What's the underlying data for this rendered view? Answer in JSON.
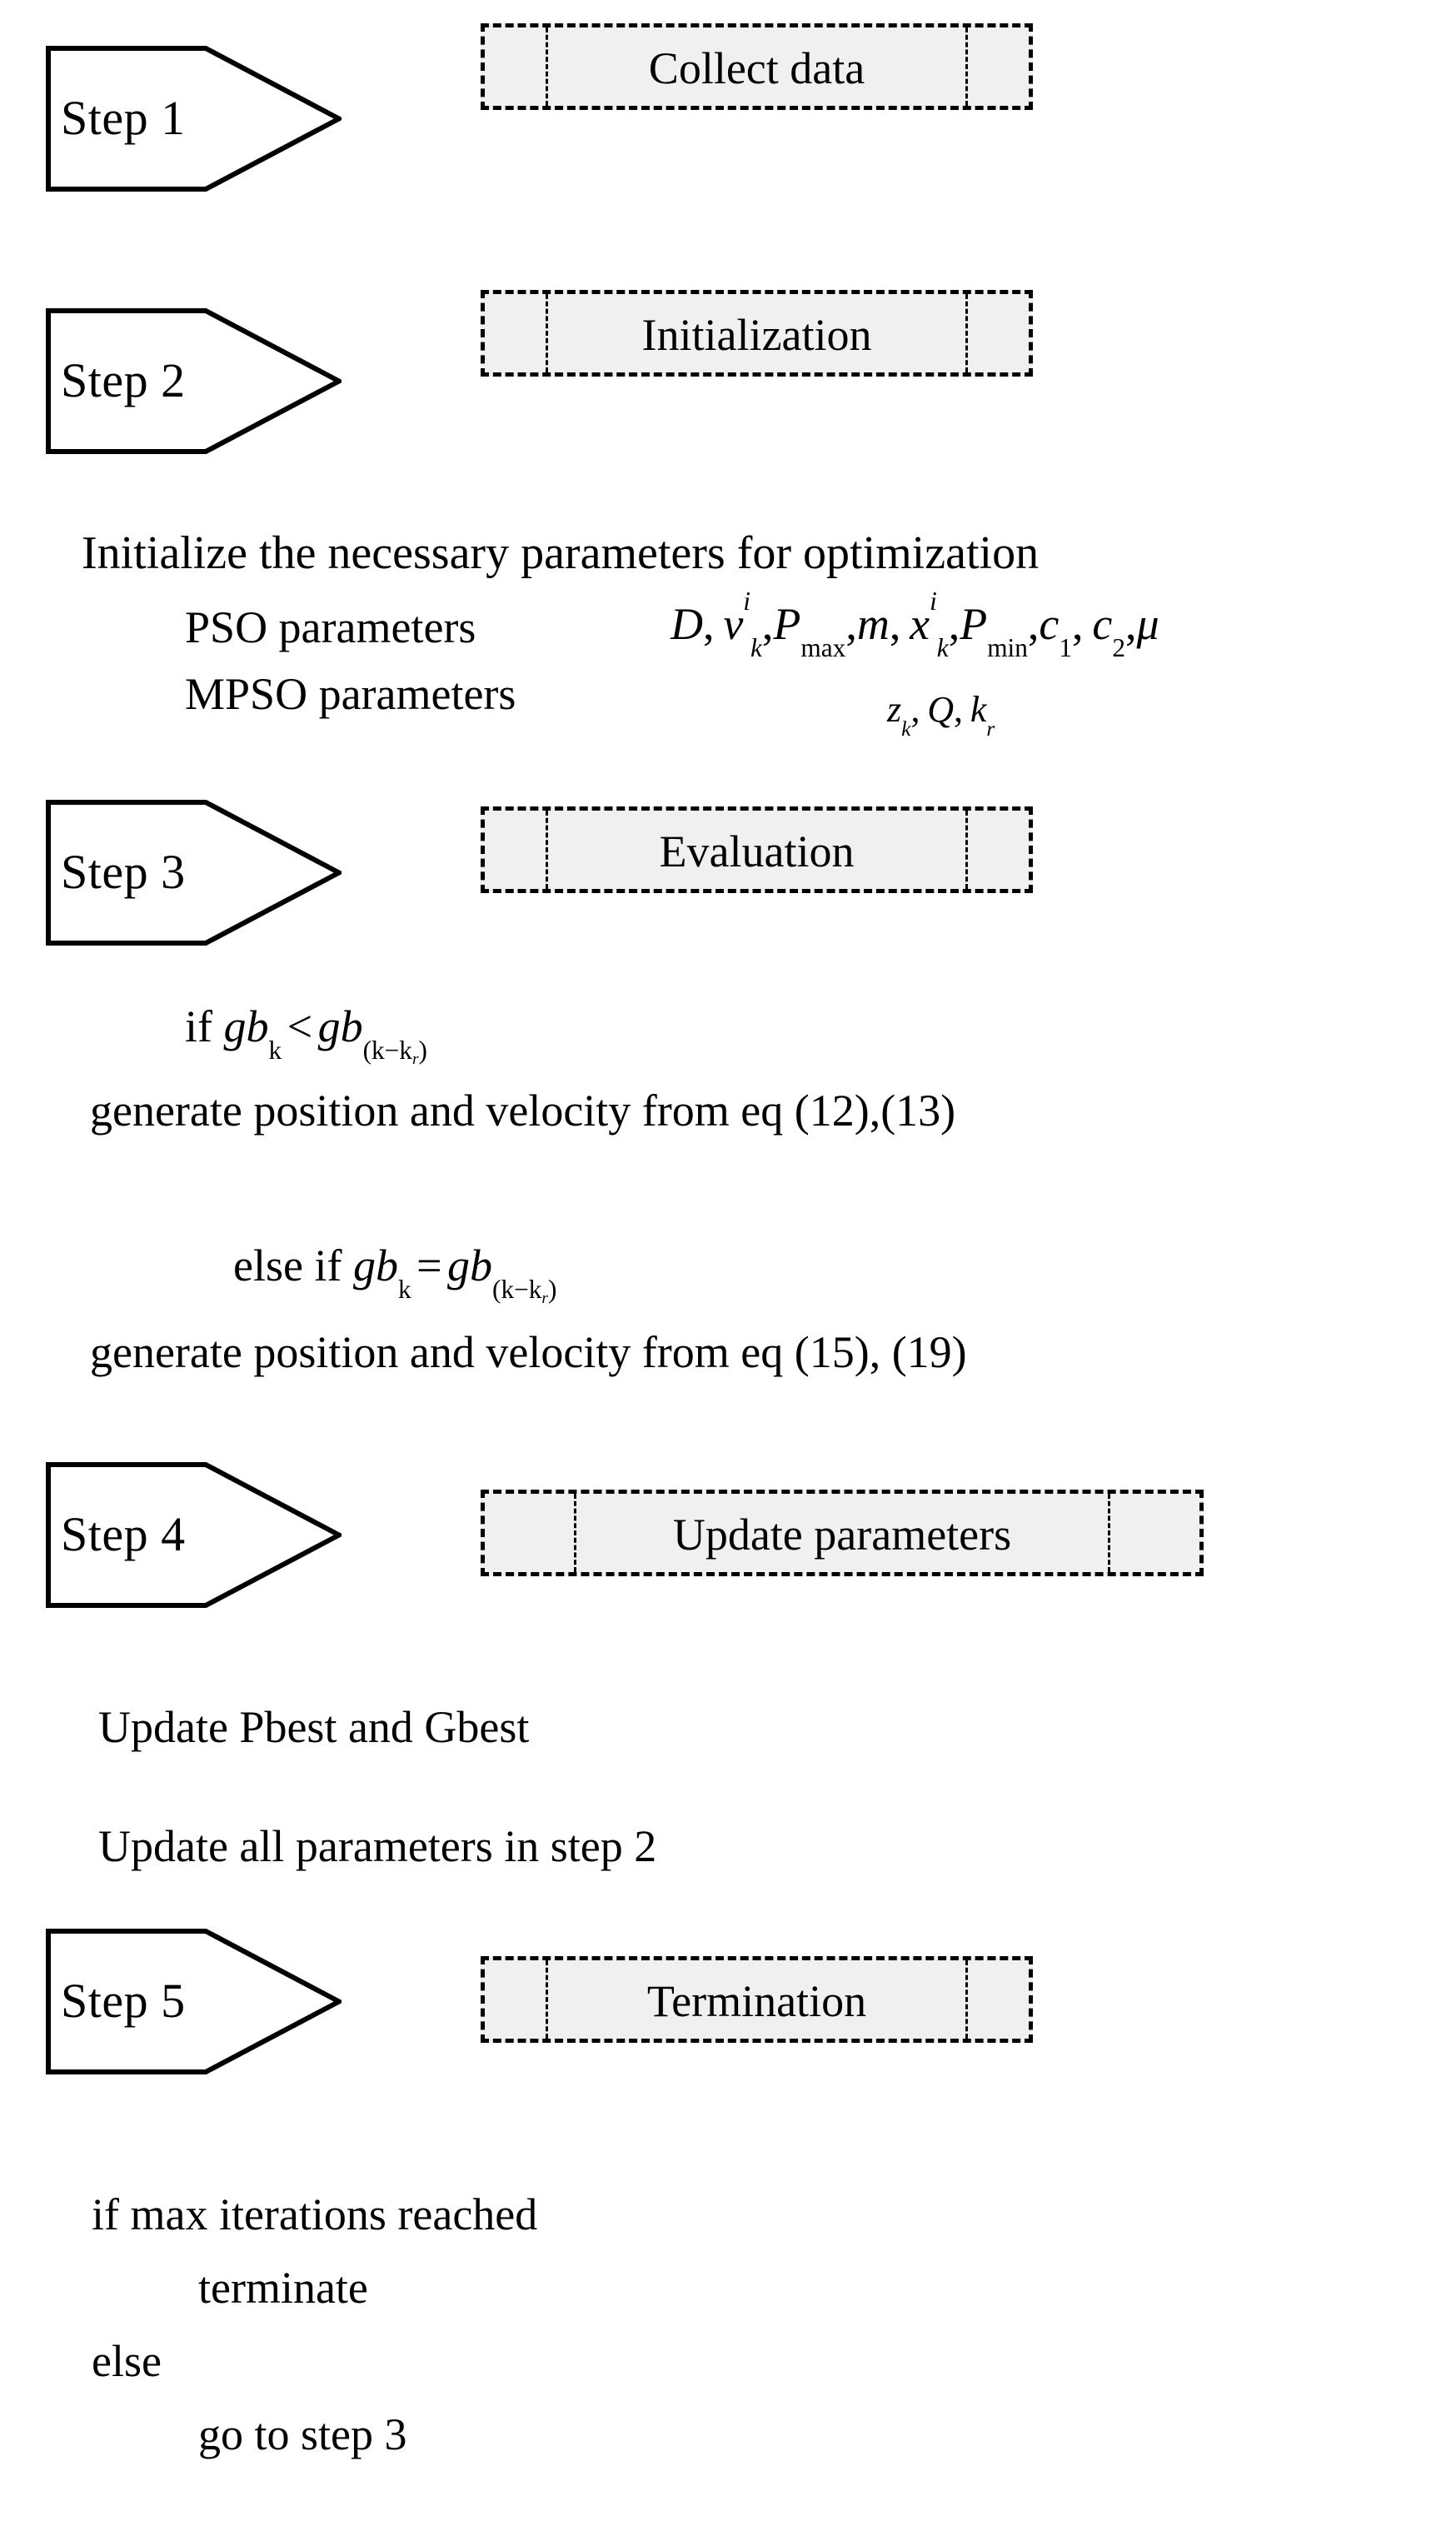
{
  "diagram": {
    "title": "MPSO algorithm step flow",
    "background_color": "#ffffff",
    "box_fill_color": "#f0f0f0",
    "stroke_color": "#000000"
  },
  "steps": [
    {
      "id": "step1",
      "arrow_label": "Step 1",
      "box_label": "Collect data"
    },
    {
      "id": "step2",
      "arrow_label": "Step 2",
      "box_label": "Initialization"
    },
    {
      "id": "step3",
      "arrow_label": "Step 3",
      "box_label": "Evaluation"
    },
    {
      "id": "step4",
      "arrow_label": "Step 4",
      "box_label": "Update parameters"
    },
    {
      "id": "step5",
      "arrow_label": "Step 5",
      "box_label": "Termination"
    }
  ],
  "step2_body": {
    "line1": "Initialize the necessary parameters for optimization",
    "pso_label": "PSO parameters",
    "mpso_label": "MPSO parameters",
    "pso_params": {
      "plain": "D, v_k^i, P_max, m, x_k^i, P_min, c_1, c_2, mu",
      "tokens": [
        "D",
        "v",
        "i",
        "k",
        "P",
        "max",
        "m",
        "x",
        "i",
        "k",
        "P",
        "min",
        "c",
        "1",
        "c",
        "2",
        "μ"
      ]
    },
    "mpso_params": {
      "plain": "z_k, Q, k_r",
      "tokens": [
        "z",
        "k",
        "Q",
        "k",
        "r"
      ]
    }
  },
  "step3_body": {
    "cond1_prefix": "if ",
    "cond1_lhs_base": "gb",
    "cond1_lhs_sub": "k",
    "cond1_operator": "<",
    "cond1_rhs_base": "gb",
    "cond1_rhs_sub": "(k−k",
    "cond1_rhs_subsub": "r",
    "cond1_rhs_close": ")",
    "action1": "generate position and velocity from eq (12),(13)",
    "cond2_prefix": "else if ",
    "cond2_lhs_base": "gb",
    "cond2_lhs_sub": "k",
    "cond2_operator": "=",
    "cond2_rhs_base": "gb",
    "cond2_rhs_sub": "(k−k",
    "cond2_rhs_subsub": "r",
    "cond2_rhs_close": ")",
    "action2": "generate position and velocity from eq (15), (19)"
  },
  "step4_body": {
    "line1": "Update Pbest and Gbest",
    "line2": "Update all parameters in step 2"
  },
  "step5_body": {
    "line1": "if max iterations reached",
    "line2": "terminate",
    "line3": "else",
    "line4": "go to step 3"
  }
}
